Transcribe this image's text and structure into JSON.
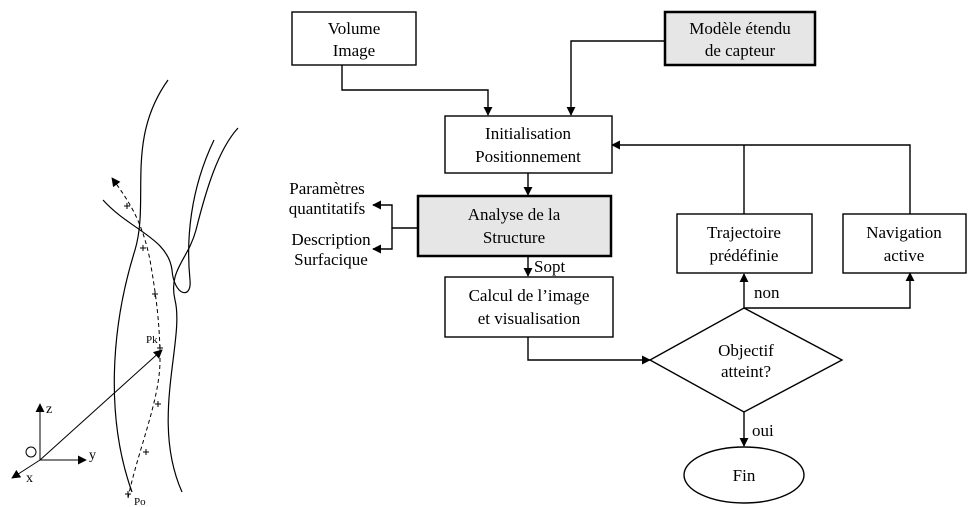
{
  "colors": {
    "stroke": "#000000",
    "box_fill": "#ffffff",
    "highlight_fill": "#e6e6e6"
  },
  "flowchart": {
    "volume_image": [
      "Volume",
      "Image"
    ],
    "sensor_model": [
      "Modèle étendu",
      "de capteur"
    ],
    "init_positioning": [
      "Initialisation",
      "Positionnement"
    ],
    "structure_analysis": [
      "Analyse de la",
      "Structure"
    ],
    "quantitative_params": [
      "Paramètres",
      "quantitatifs"
    ],
    "surface_description": [
      "Description",
      "Surfacique"
    ],
    "sopt_label": "Sopt",
    "image_calc": [
      "Calcul de l’image",
      "et visualisation"
    ],
    "objective_decision": [
      "Objectif",
      "atteint?"
    ],
    "predefined_trajectory": [
      "Trajectoire",
      "prédéfinie"
    ],
    "active_navigation": [
      "Navigation",
      "active"
    ],
    "no_label": "non",
    "yes_label": "oui",
    "end_label": "Fin"
  },
  "vessel_sketch": {
    "point_pk": "Pk",
    "point_po": "Po",
    "axis_z": "z",
    "axis_y": "y",
    "axis_x": "x",
    "origin": "O"
  }
}
